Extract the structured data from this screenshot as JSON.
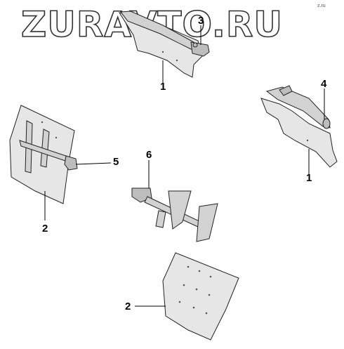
{
  "watermark": {
    "text": "ZURAVTO.RU",
    "corner_mark": "z.ru"
  },
  "callouts": [
    {
      "id": "callout-1-top",
      "label": "1"
    },
    {
      "id": "callout-3",
      "label": "3"
    },
    {
      "id": "callout-4",
      "label": "4"
    },
    {
      "id": "callout-1-right",
      "label": "1"
    },
    {
      "id": "callout-5",
      "label": "5"
    },
    {
      "id": "callout-6",
      "label": "6"
    },
    {
      "id": "callout-2-left",
      "label": "2"
    },
    {
      "id": "callout-2-bottom",
      "label": "2"
    }
  ]
}
